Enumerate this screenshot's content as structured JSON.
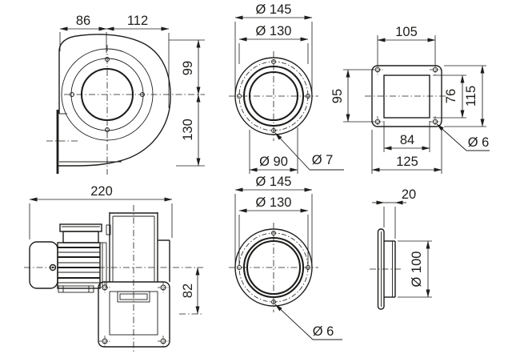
{
  "drawing": {
    "description": "Centrifugal fan dimensional drawing, six orthographic views",
    "line_color": "#1d1d1b",
    "background": "#ffffff"
  },
  "views": {
    "housing_side": {
      "dims": {
        "width_back": "86",
        "width_front": "112",
        "height_top": "99",
        "height_bottom": "130"
      }
    },
    "inlet_flange_front": {
      "dims": {
        "outer": "Ø 145",
        "bolt_circle": "Ø 130",
        "opening": "Ø 90",
        "hole": "Ø 7"
      }
    },
    "outlet_flange_front": {
      "dims": {
        "hole_pitch_h": "105",
        "hole_pitch_v": "95",
        "opening_h": "76",
        "outer_h": "115",
        "opening_w": "84",
        "outer_w": "125",
        "hole": "Ø 6"
      }
    },
    "assembly_side": {
      "dims": {
        "total_length": "220",
        "outlet_offset": "82"
      }
    },
    "inlet_flange_back": {
      "dims": {
        "outer": "Ø 145",
        "bolt_circle": "Ø 130",
        "hole": "Ø 6"
      }
    },
    "inlet_spigot_side": {
      "dims": {
        "depth": "20",
        "spigot": "Ø 100"
      }
    }
  }
}
